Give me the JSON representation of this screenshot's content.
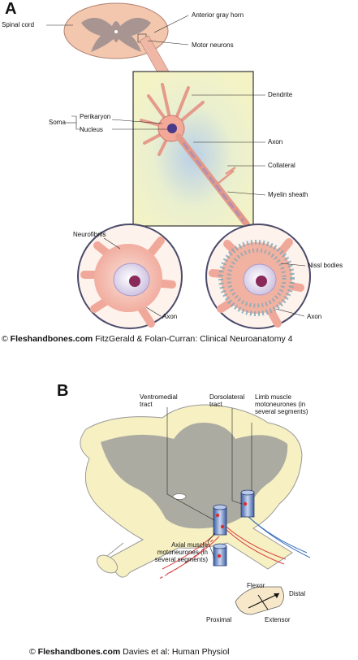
{
  "panel_a": {
    "letter": "A",
    "labels": {
      "spinal_cord": "Spinal cord",
      "anterior_gray_horn": "Anterior gray horn",
      "motor_neurons": "Motor neurons",
      "dendrite": "Dendrite",
      "soma": "Soma",
      "perikaryon": "Perikaryon",
      "nucleus": "Nucleus",
      "axon": "Axon",
      "collateral": "Collateral",
      "myelin_sheath": "Myelin sheath",
      "neurofibrils": "Neurofibrils",
      "nissl_bodies": "Nissl bodies",
      "axon_left": "Axon",
      "axon_right": "Axon"
    },
    "caption": {
      "symbol": "©",
      "site": "Fleshandbones.com",
      "source": "FitzGerald & Folan-Curran: Clinical Neuroanatomy 4"
    }
  },
  "panel_b": {
    "letter": "B",
    "labels": {
      "ventromedial_tract": "Ventromedial tract",
      "dorsolateral_tract": "Dorsolateral tract",
      "limb_muscle": "Limb muscle motoneurones (in several segments)",
      "axial_muscle": "Axial muscle motoneurones (in several segments)",
      "flexor": "Flexor",
      "distal": "Distal",
      "proximal": "Proximal",
      "extensor": "Extensor"
    },
    "caption": {
      "symbol": "©",
      "site": "Fleshandbones.com",
      "source": "Davies et al: Human Physiol"
    }
  }
}
